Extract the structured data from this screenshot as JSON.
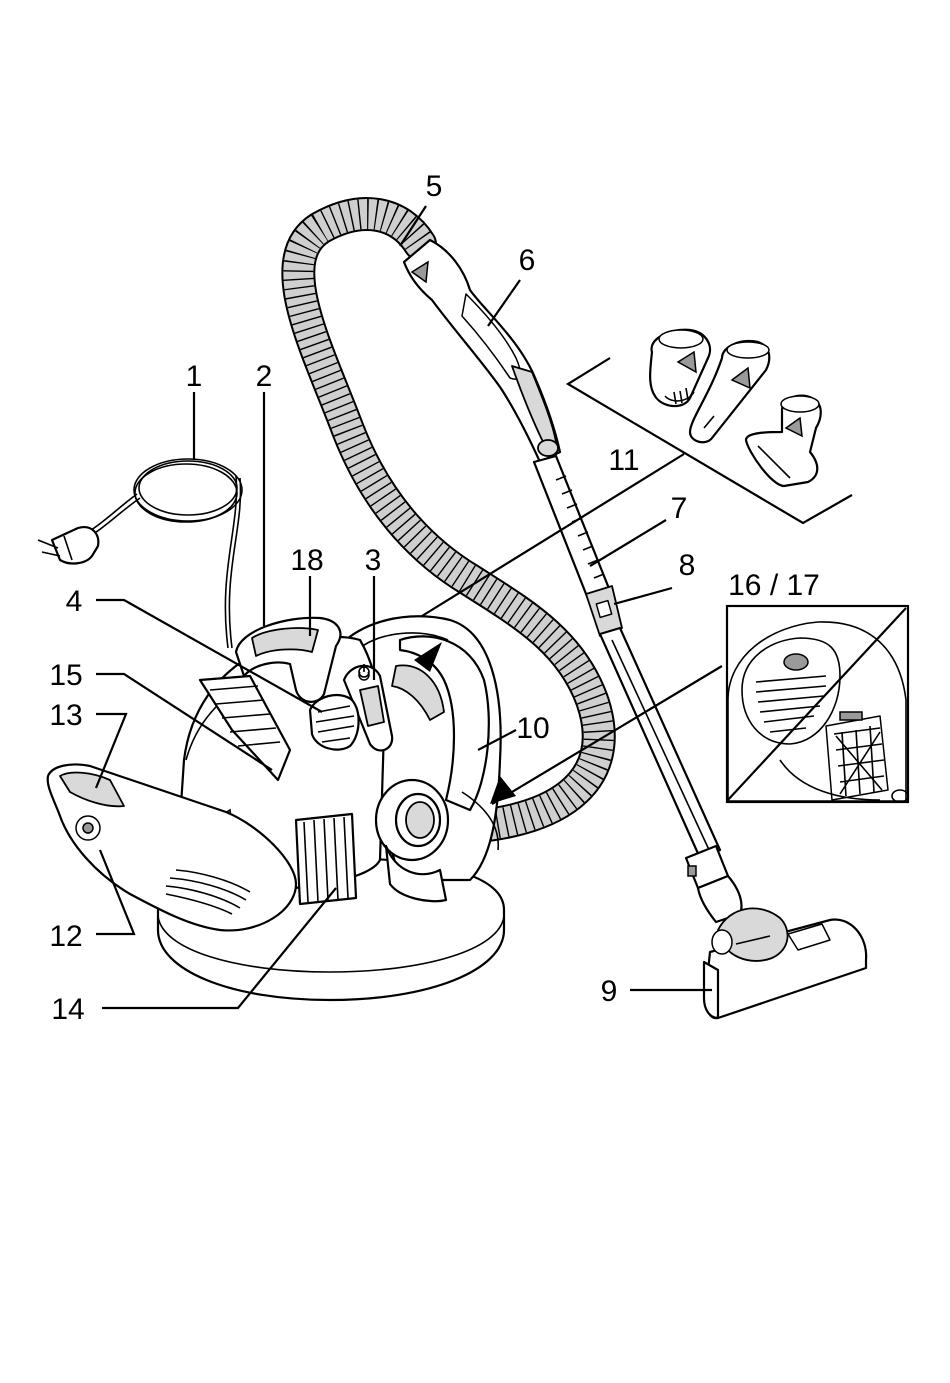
{
  "labels": {
    "l1": "1",
    "l2": "2",
    "l3": "3",
    "l4": "4",
    "l5": "5",
    "l6": "6",
    "l7": "7",
    "l8": "8",
    "l9": "9",
    "l10": "10",
    "l11": "11",
    "l12": "12",
    "l13": "13",
    "l14": "14",
    "l15": "15",
    "l16_17": "16 / 17",
    "l18": "18"
  },
  "icons": [
    "power-icon",
    "arrow-icon"
  ],
  "colors": {
    "line": "#000000",
    "shade": "#d9d9d9",
    "background": "#ffffff"
  }
}
